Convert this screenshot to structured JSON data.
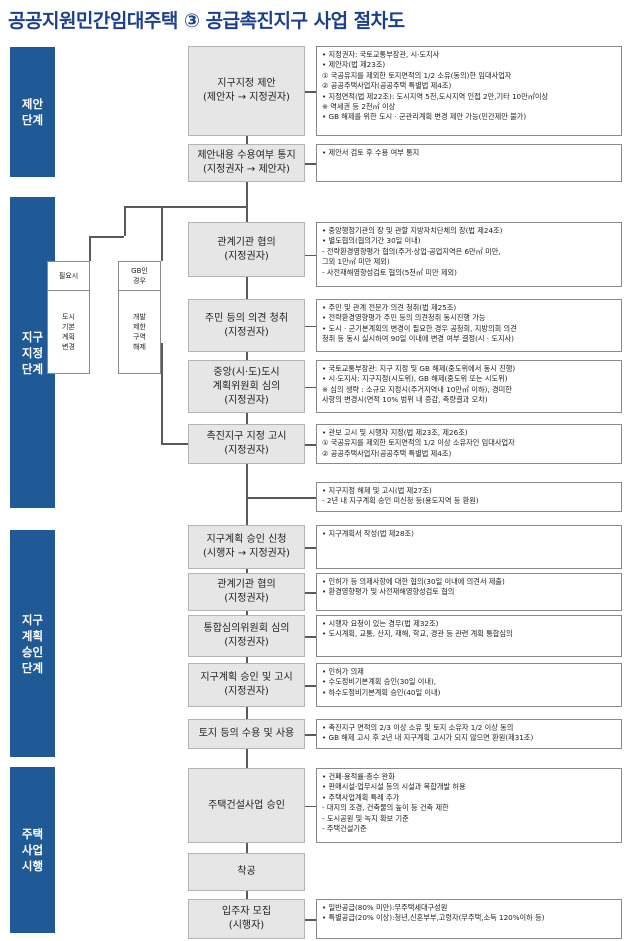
{
  "title": "공공지원민간임대주택 ③ 공급촉진지구 사업 절차도",
  "stages": [
    {
      "id": "proposal",
      "label": "제안\n단계"
    },
    {
      "id": "designation",
      "label": "지구\n지정\n단계"
    },
    {
      "id": "approval",
      "label": "지구\n계획\n승인\n단계"
    },
    {
      "id": "housing",
      "label": "주택\n사업\n시행"
    }
  ],
  "side_boxes": [
    {
      "header": "필요시",
      "body": "도시\n기본\n계획\n변경"
    },
    {
      "header": "GB인\n경우",
      "body": "개발\n제한\n구역\n해제"
    }
  ],
  "steps": [
    {
      "lines": [
        "지구지정 제안",
        "(제안자 → 지정권자)"
      ],
      "desc": [
        "• 지정권자: 국토교통부장관, 시·도지사",
        "• 제안자(법 제23조)",
        "  ① 국공유지를 제외한 토지면적의 1/2 소유(동의)한 임대사업자",
        "  ② 공공주택사업자(공공주택 특별법 제4조)",
        "• 지정면적(법 제22조): 도시지역 5천,도시지역 인접 2만,기타 10만㎡이상",
        "  ※ 역세권 등 2천㎡ 이상",
        "• GB 해제를 위한 도시 · 군관리계획 변경 제안 가능(민간제안 불가)"
      ]
    },
    {
      "lines": [
        "제안내용 수용여부 통지",
        "(지정권자 → 제안자)"
      ],
      "desc": [
        "• 제안서 검토 후 수용 여부 통지"
      ]
    },
    {
      "lines": [
        "관계기관 협의",
        "(지정권자)"
      ],
      "desc": [
        "• 중앙행정기관의 장 및 관할 지방자치단체의 장(법 제24조)",
        "• 별도협의(협의기간 30일 이내)",
        "  - 전략환경영향평가 협의(주거·상업·공업지역은 6만㎡ 미만,",
        "     그외 1만㎡ 미만 제외)",
        "  - 사전재해영향성검토 협의(5천㎡ 미만 제외)"
      ]
    },
    {
      "lines": [
        "주민 등의 의견 청취",
        "(지정권자)"
      ],
      "desc": [
        "• 주민 및 관계 전문가 의견 청취(법 제25조)",
        "• 전략환경영향평가 주민 등의 의견청취 동시진행 가능",
        "• 도시 · 군기본계획의 변경이 필요한 경우 공청회, 지방의회 의견",
        "   청취 등 동시 실시하여 90일 이내에 변경 여부 결정(시 · 도지사)"
      ]
    },
    {
      "lines": [
        "중앙(시·도)도시",
        "계획위원회 심의",
        "(지정권자)"
      ],
      "desc": [
        "• 국토교통부장관: 지구 지정 및 GB 해제(중도위에서 동시 진행)",
        "• 시·도지사: 지구지정(시도위), GB 해제(중도위 또는 시도위)",
        "  ※ 심의 생략 : 소규모 지정시(주거지역내 10만㎡ 이하), 경미한",
        "     사항의 변경시(면적 10% 범위 내 증감, 측량결과 오차)"
      ]
    },
    {
      "lines": [
        "촉진지구 지정 고시",
        "(지정권자)"
      ],
      "desc": [
        "• 관보 고시 및 시행자 지정(법 제23조, 제26조)",
        "  ① 국공유지를 제외한 토지면적의 1/2 이상 소유자인 임대사업자",
        "  ② 공공주택사업자(공공주택 특별법 제4조)"
      ]
    },
    {
      "lines": [],
      "desc": [
        "• 지구지정 해제 및 고시(법 제27조)",
        "  - 2년 내 지구계획 승인 미신청 등(용도지역 등 환원)"
      ]
    },
    {
      "lines": [
        "지구계획 승인 신청",
        "(시행자 → 지정권자)"
      ],
      "desc": [
        "• 지구계획서 작성(법 제28조)"
      ]
    },
    {
      "lines": [
        "관계기관 협의",
        "(지정권자)"
      ],
      "desc": [
        "• 인허가 등 의제사항에 대한 협의(30일 이내에 의견서 제출)",
        "• 환경영향평가 및 사전재해영향성검토 협의"
      ]
    },
    {
      "lines": [
        "통합심의위원회 심의",
        "(지정권자)"
      ],
      "desc": [
        "• 시행자 요청이 있는 경우(법 제32조)",
        "• 도시계획, 교통, 산지, 재해, 학교, 경관 등 관련 계획 통합심의"
      ]
    },
    {
      "lines": [
        "지구계획 승인 및 고시",
        "(지정권자)"
      ],
      "desc": [
        "• 인허가 의제",
        "• 수도정비기본계획 승인(30일 이내),",
        "• 하수도정비기본계획 승인(40일 이내)"
      ]
    },
    {
      "lines": [
        "토지 등의 수용 및 사용"
      ],
      "desc": [
        "• 촉진지구 면적의 2/3 이상 소유 및 토지 소유자 1/2 이상 동의",
        "• GB 해제 고시 후 2년 내 지구계획 고시가 되지 않으면 환원(제31조)"
      ]
    },
    {
      "lines": [
        "주택건설사업 승인"
      ],
      "desc": [
        "• 건폐·용적률·층수 완화",
        "• 판매시설·업무시설 등의 시설과 복합개발 허용",
        "• 주택사업계획 특례 추가",
        "  - 대지의 조경, 건축물의 높이 등 건축 제한",
        "  - 도시공원 및 녹지 확보 기준",
        "  - 주택건설기준"
      ]
    },
    {
      "lines": [
        "착공"
      ],
      "desc": []
    },
    {
      "lines": [
        "입주자 모집",
        "(시행자)"
      ],
      "desc": [
        "• 일반공급(80% 미만):무주택세대구성원",
        "• 특별공급(20% 이상):청년,신혼부부,고령자(무주택,소득 120%이하 등)"
      ]
    }
  ],
  "colors": {
    "stage_bg": "#1f5a96",
    "step_bg": "#e6e6e6",
    "title": "#1a3f8f"
  }
}
